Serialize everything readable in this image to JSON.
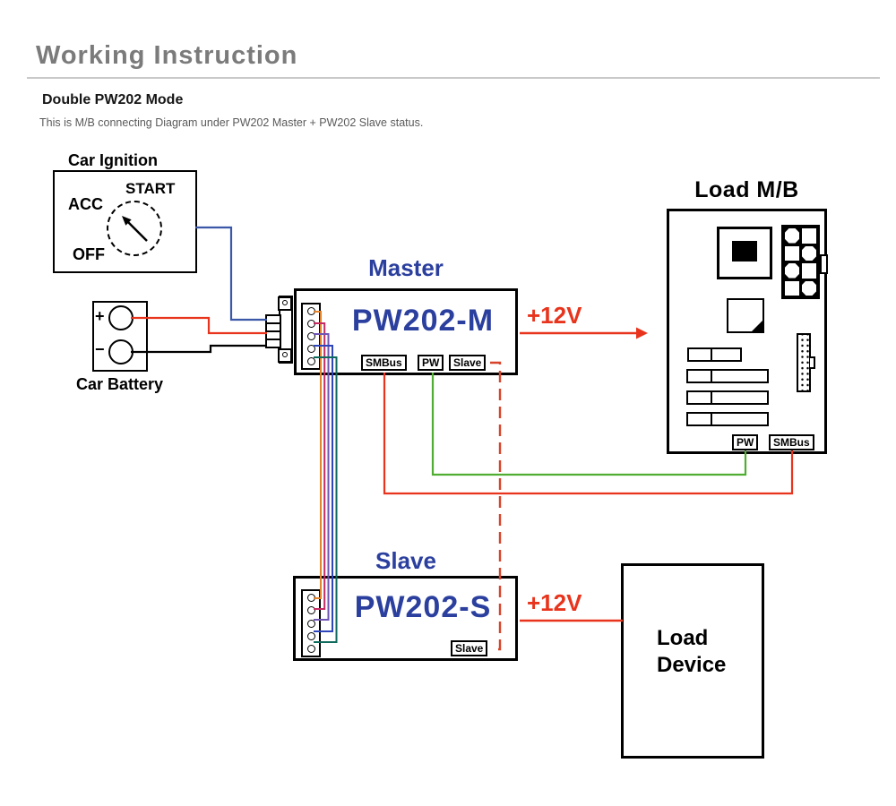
{
  "header": {
    "title": "Working Instruction",
    "subtitle": "Double PW202 Mode",
    "description": "This is M/B connecting Diagram under PW202 Master + PW202 Slave status."
  },
  "ignition": {
    "label": "Car Ignition",
    "positions": {
      "start": "START",
      "acc": "ACC",
      "off": "OFF"
    }
  },
  "battery": {
    "label": "Car Battery",
    "plus": "+",
    "minus": "−"
  },
  "master": {
    "heading": "Master",
    "model": "PW202-M",
    "ports": {
      "smbus": "SMBus",
      "pw": "PW",
      "slave": "Slave"
    },
    "output_voltage": "+12V"
  },
  "slave": {
    "heading": "Slave",
    "model": "PW202-S",
    "ports": {
      "slave": "Slave"
    },
    "output_voltage": "+12V"
  },
  "load_mb": {
    "label": "Load M/B",
    "ports": {
      "pw": "PW",
      "smbus": "SMBus"
    }
  },
  "load_device": {
    "line1": "Load",
    "line2": "Device"
  },
  "colors": {
    "heading_blue": "#2b3f9e",
    "accent_red": "#e8341c",
    "ignition_wire_blue": "#3a57a8",
    "battery_positive_red": "#e8341c",
    "battery_negative_black": "#000000",
    "pw_wire_green": "#4fae32",
    "smbus_wire_red": "#e8341c",
    "slave_signal_red": "#d8432a",
    "bundle_orange": "#e2832e",
    "bundle_crimson": "#c42a62",
    "bundle_violet": "#6f55b4",
    "bundle_navy": "#2f46bb",
    "bundle_teal": "#0e6a5c",
    "arrow_black": "#000000"
  }
}
